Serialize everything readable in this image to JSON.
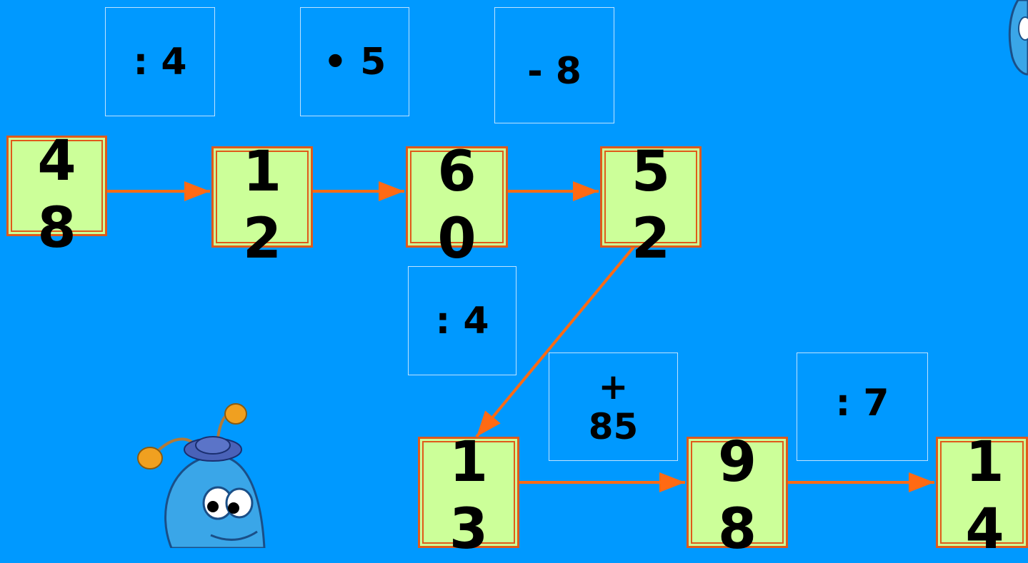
{
  "operations": [
    {
      "id": "op-div4-top",
      "text": ": 4"
    },
    {
      "id": "op-mul5",
      "text": "• 5"
    },
    {
      "id": "op-sub8",
      "text": "- 8"
    },
    {
      "id": "op-div4-mid",
      "text": ": 4"
    },
    {
      "id": "op-add85",
      "line1": "+",
      "line2": "85"
    },
    {
      "id": "op-div7",
      "text": ": 7"
    }
  ],
  "numbers": [
    {
      "id": "n48",
      "value": "48",
      "top": "4",
      "bottom": "8"
    },
    {
      "id": "n12",
      "value": "12",
      "top": "1",
      "bottom": "2"
    },
    {
      "id": "n60",
      "value": "60",
      "top": "6",
      "bottom": "0"
    },
    {
      "id": "n52",
      "value": "52",
      "top": "5",
      "bottom": "2"
    },
    {
      "id": "n13",
      "value": "13",
      "top": "1",
      "bottom": "3"
    },
    {
      "id": "n98",
      "value": "98",
      "top": "9",
      "bottom": "8"
    },
    {
      "id": "n14",
      "value": "14",
      "top": "1",
      "bottom": "4"
    }
  ],
  "colors": {
    "background": "#0099ff",
    "number_box": "#ccff99",
    "number_border": "#e05a1a",
    "arrow": "#ff6a13",
    "operation_border": "#bfe3ff"
  }
}
